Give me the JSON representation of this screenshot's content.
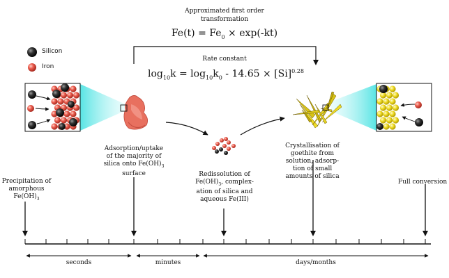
{
  "header": {
    "line1": "Approximated first order",
    "line2": "transformation"
  },
  "equation_main": {
    "lhs": "Fe(t)",
    "equals": " = ",
    "fe0": "Fe",
    "fe0_sub": "0",
    "rest": " × exp(-kt)"
  },
  "rate_label": "Rate constant",
  "equation_rate": {
    "log": "log",
    "sub10a": "10",
    "k": "k = log",
    "sub10b": "10",
    "k0": "k",
    "k0_sub": "0",
    "rest": " - 14.65 × [Si]",
    "exp": "0.28"
  },
  "legend": {
    "silicon": "Silicon",
    "iron": "Iron"
  },
  "steps": {
    "adsorption": [
      "Adsorption/uptake",
      "of the majority of",
      "silica onto Fe(OH)",
      "3",
      " surface"
    ],
    "crystallisation": [
      "Crystallisation of",
      "goethite from",
      "solution, adsorp-",
      "tion of small",
      "amounts of silica"
    ],
    "precipitation": [
      "Precipitation of",
      "amorphous",
      "Fe(OH)",
      "3"
    ],
    "redissolution": [
      "Redissolution of",
      "Fe(OH)",
      "3",
      ", complex-",
      "ation of silica and",
      "aqueous Fe(III)"
    ],
    "full": "Full conversion"
  },
  "timescale": {
    "seconds": "seconds",
    "minutes": "minutes",
    "days": "days/months"
  },
  "colors": {
    "silicon": "#2a2a2a",
    "iron": "#e8534a",
    "goethite": "#e6d21a",
    "cyan": "#56e6e6",
    "ferrihydrite": "#e87060"
  }
}
